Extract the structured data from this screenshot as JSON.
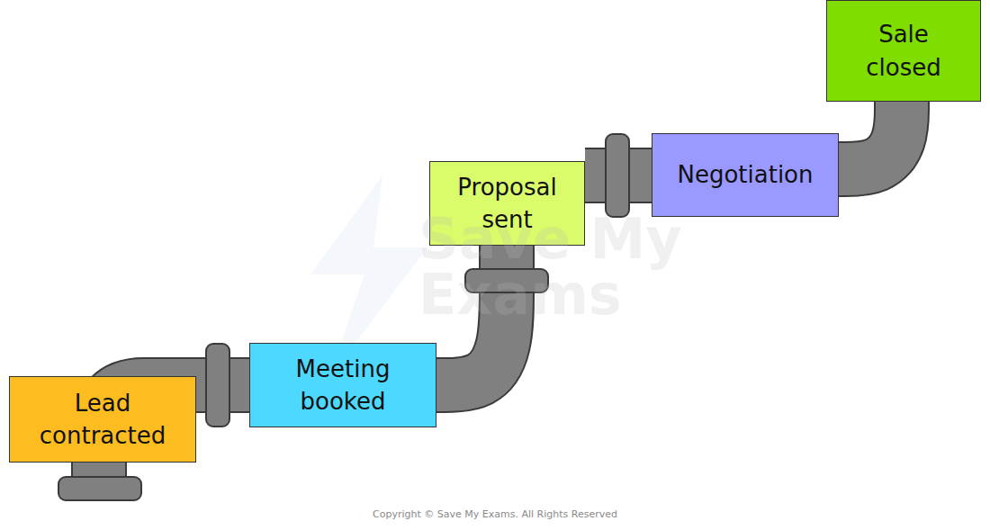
{
  "diagram": {
    "nodes": [
      {
        "text": [
          "Lead contracted"
        ]
      },
      {
        "text": [
          "Meeting booked"
        ]
      },
      {
        "text": [
          "Proposal sent"
        ]
      },
      {
        "text": [
          "Negotiation"
        ]
      },
      {
        "text": [
          "Sale closed"
        ]
      }
    ],
    "edges": [
      {
        "from": 0,
        "to": 1,
        "arrow": "none"
      },
      {
        "from": 1,
        "to": 2,
        "arrow": "none"
      },
      {
        "from": 2,
        "to": 3,
        "arrow": "none"
      },
      {
        "from": 3,
        "to": 4,
        "arrow": "none"
      }
    ],
    "labels": [
      "Save My Exams",
      "Copyright © Save My Exams. All Rights Reserved"
    ]
  }
}
